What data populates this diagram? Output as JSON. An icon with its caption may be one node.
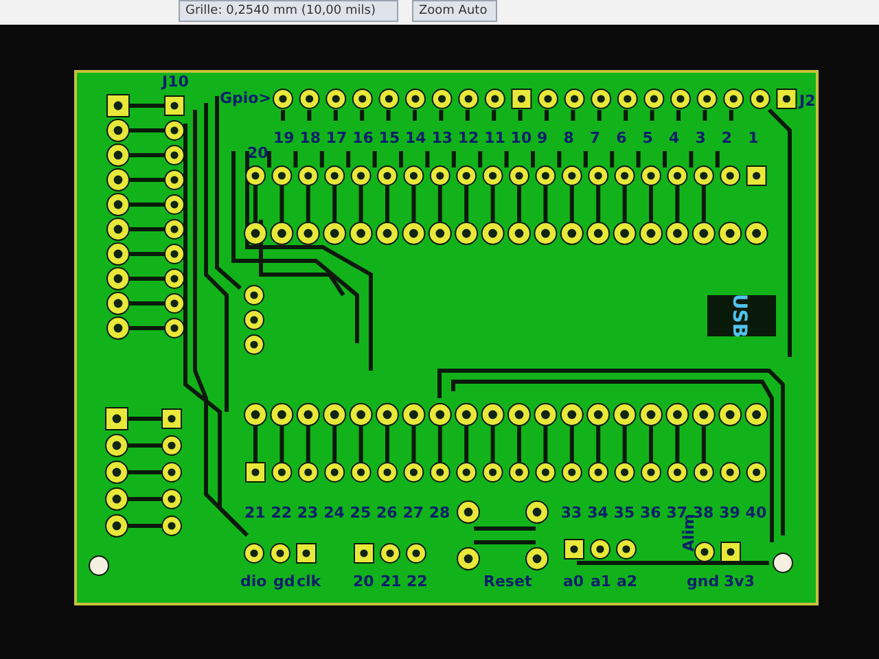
{
  "diagram": {
    "labels": [
      "Grille: 0,2540 mm (10,00 mils)",
      "Zoom Auto",
      "J10",
      "Gpio>",
      "J2",
      "19",
      "18",
      "17",
      "16",
      "15",
      "14",
      "13",
      "12",
      "11",
      "10",
      "9",
      "8",
      "7",
      "6",
      "5",
      "4",
      "3",
      "2",
      "1",
      "20",
      "USB",
      "21",
      "22",
      "23",
      "24",
      "25",
      "26",
      "27",
      "28",
      "33",
      "34",
      "35",
      "36",
      "37",
      "38",
      "39",
      "40",
      "dio",
      "gd",
      "clk",
      "20",
      "21",
      "22",
      "Reset",
      "a0",
      "a1",
      "a2",
      "Alim",
      "gnd",
      "3v3"
    ]
  }
}
